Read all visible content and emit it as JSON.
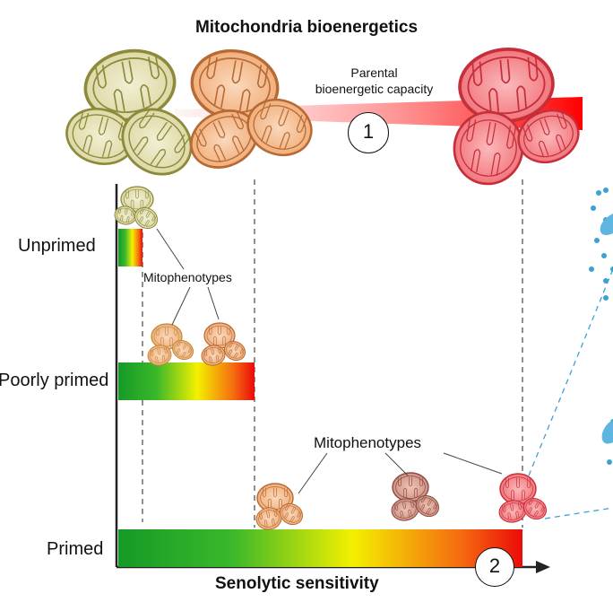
{
  "title": "Mitochondria bioenergetics",
  "capacity_label": "Parental\nbioenergetic capacity",
  "markers": {
    "one": "1",
    "two": "2"
  },
  "levels": {
    "unprimed": "Unprimed",
    "poorly": "Poorly primed",
    "primed": "Primed"
  },
  "mitophenotypes_label_1": "Mitophenotypes",
  "mitophenotypes_label_2": "Mitophenotypes",
  "x_axis_label": "Senolytic sensitivity",
  "colors": {
    "olive_mito": "#e3e0b6",
    "peach_mito": "#f6c49b",
    "red_mito": "#f58f95",
    "gradient": [
      "#1f9a2c",
      "#f5f200",
      "#e9120b"
    ],
    "capacity_wedge_end": "#ff0000",
    "blue_dots": "#3aa2d4"
  }
}
